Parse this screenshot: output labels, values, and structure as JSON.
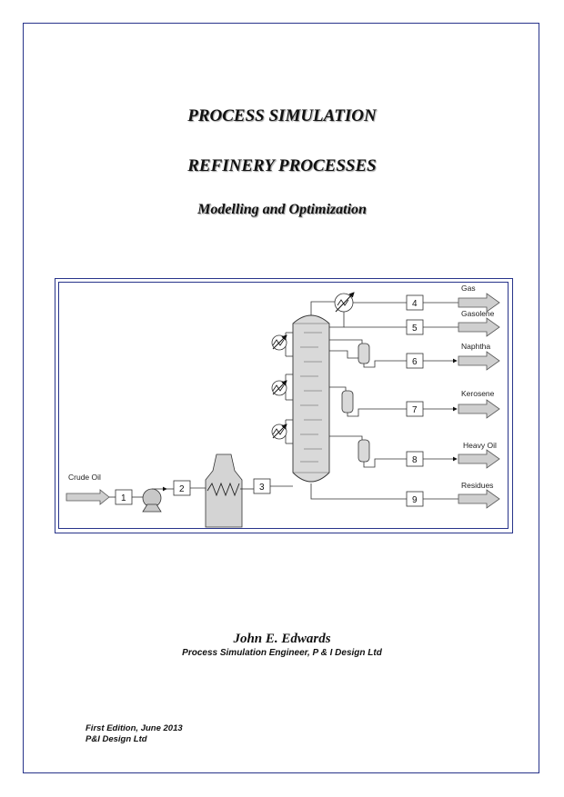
{
  "cover": {
    "title": "PROCESS SIMULATION",
    "subtitle": "REFINERY PROCESSES",
    "tagline": "Modelling and Optimization",
    "author": "John E. Edwards",
    "affiliation": "Process Simulation Engineer, P & I Design Ltd",
    "edition": "First Edition, June 2013",
    "publisher": "P&I Design Ltd"
  },
  "diagram": {
    "feed_label": "Crude Oil",
    "stream_numbers": [
      "1",
      "2",
      "3",
      "4",
      "5",
      "6",
      "7",
      "8",
      "9"
    ],
    "products": [
      "Gas",
      "Gasolene",
      "Naphtha",
      "Kerosene",
      "Heavy Oil",
      "Residues"
    ]
  },
  "colors": {
    "border": "#27338a",
    "arrow_fill": "#cfcfcf",
    "column_fill": "#d9d9d9"
  },
  "icons": [
    "heat-exchanger-icon",
    "pump-icon",
    "furnace-icon",
    "distillation-column-icon",
    "drum-icon"
  ]
}
